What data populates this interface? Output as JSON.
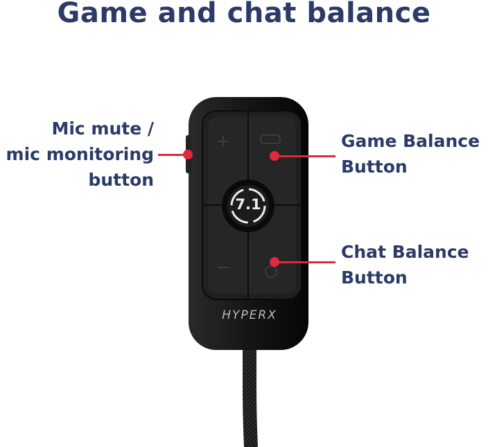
{
  "title": "Game and chat balance",
  "labels": {
    "mic_line1": "Mic mute /",
    "mic_line2": "mic monitoring",
    "mic_line3": "button",
    "game_line1": "Game Balance",
    "game_line2": "Button",
    "chat_line1": "Chat Balance",
    "chat_line2": "Button"
  },
  "device": {
    "center_button": "7.1",
    "brand": "HYPERX"
  },
  "colors": {
    "title": "#2b3a67",
    "callout": "#e0283e"
  }
}
